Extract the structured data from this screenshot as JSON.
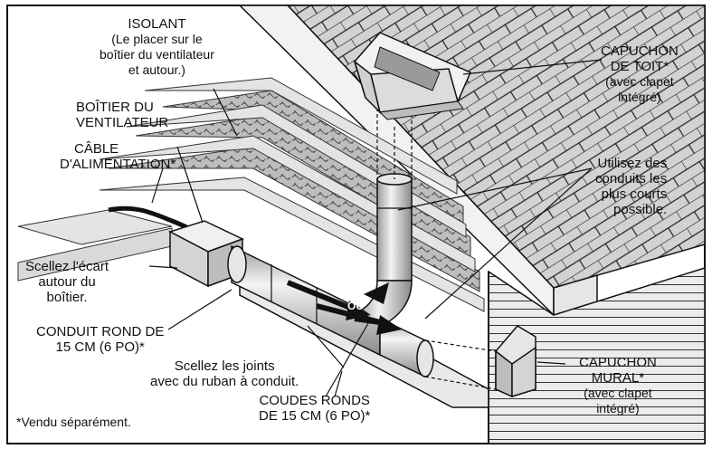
{
  "labels": {
    "insulation": {
      "title": "ISOLANT",
      "lines": [
        "(Le placer sur le",
        "boîtier du ventilateur",
        "et autour.)"
      ]
    },
    "fan_housing": {
      "lines": [
        "BOÎTIER DU",
        "VENTILATEUR"
      ]
    },
    "power_cable": {
      "lines": [
        "CÂBLE",
        "D'ALIMENTATION*"
      ]
    },
    "seal_gap": {
      "lines": [
        "Scellez l'écart",
        "autour du",
        "boîtier."
      ]
    },
    "round_duct": {
      "lines": [
        "CONDUIT ROND DE",
        "15 CM (6 PO)*"
      ]
    },
    "seal_joints": {
      "lines": [
        "Scellez les joints",
        "avec du ruban à conduit."
      ]
    },
    "round_elbows": {
      "lines": [
        "COUDES RONDS",
        "DE 15 CM (6 PO)*"
      ]
    },
    "roof_cap": {
      "title_lines": [
        "CAPUCHON",
        "DE TOIT*"
      ],
      "sub_lines": [
        "(avec clapet",
        "intégré)"
      ]
    },
    "shortest_ducts": {
      "lines": [
        "Utilisez des",
        "conduits les",
        "plus courts",
        "possible."
      ]
    },
    "wall_cap": {
      "title_lines": [
        "CAPUCHON",
        "MURAL*"
      ],
      "sub_lines": [
        "(avec clapet",
        "intégré)"
      ]
    },
    "or_arrow": "OU",
    "sold_separately": "*Vendu séparément."
  },
  "colors": {
    "ink": "#111111",
    "paper": "#ffffff",
    "shade": "#9a9a9a",
    "light_shade": "#cfcfcf"
  }
}
